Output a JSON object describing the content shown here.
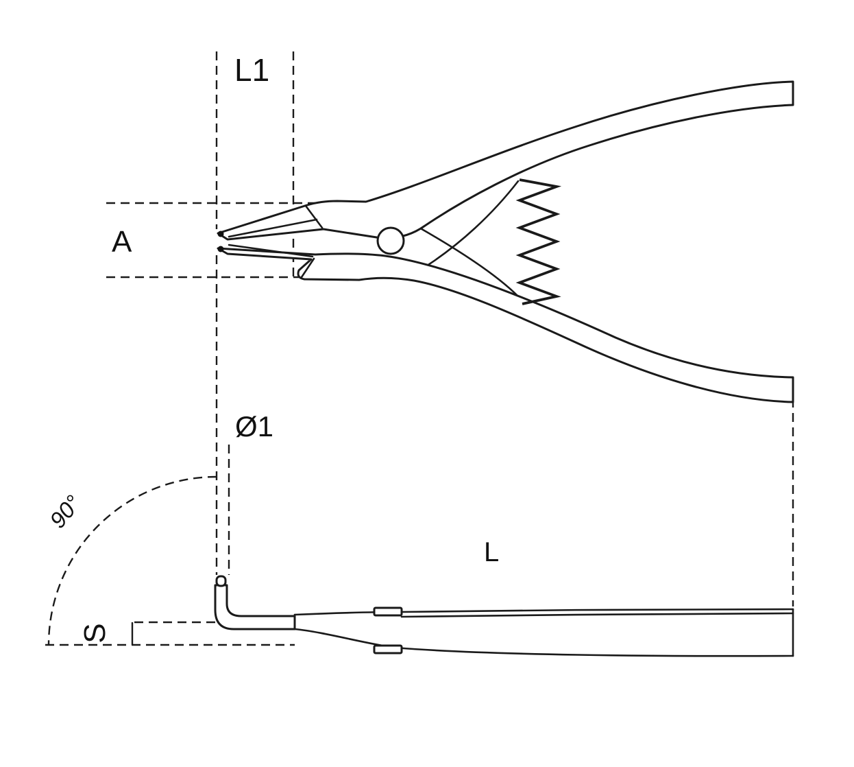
{
  "diagram": {
    "labels": {
      "l1": "L1",
      "a": "A",
      "d1": "Ø1",
      "angle": "90°",
      "l": "L",
      "s": "S"
    },
    "colors": {
      "line": "#1a1a1a",
      "background": "#ffffff"
    }
  }
}
